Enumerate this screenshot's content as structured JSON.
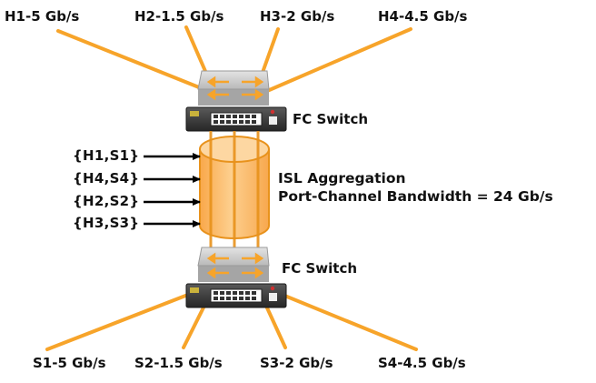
{
  "hosts": [
    {
      "label": "H1-5 Gb/s"
    },
    {
      "label": "H2-1.5 Gb/s"
    },
    {
      "label": "H3-2 Gb/s"
    },
    {
      "label": "H4-4.5 Gb/s"
    }
  ],
  "storage": [
    {
      "label": "S1-5 Gb/s"
    },
    {
      "label": "S2-1.5 Gb/s"
    },
    {
      "label": "S3-2 Gb/s"
    },
    {
      "label": "S4-4.5 Gb/s"
    }
  ],
  "switches": {
    "top": {
      "label": "FC Switch"
    },
    "bottom": {
      "label": "FC Switch"
    }
  },
  "flows": [
    {
      "label": "{H1,S1}"
    },
    {
      "label": "{H4,S4}"
    },
    {
      "label": "{H2,S2}"
    },
    {
      "label": "{H3,S3}"
    }
  ],
  "isl": {
    "title": "ISL Aggregation",
    "bandwidth": "Port-Channel Bandwidth = 24 Gb/s"
  },
  "colors": {
    "link_orange": "#f7a42a",
    "cylinder_fill": "#fcbf73",
    "chassis_dark": "#3c3c3c",
    "router_grey": "#c9c9c9",
    "arrow_black": "#000000"
  }
}
